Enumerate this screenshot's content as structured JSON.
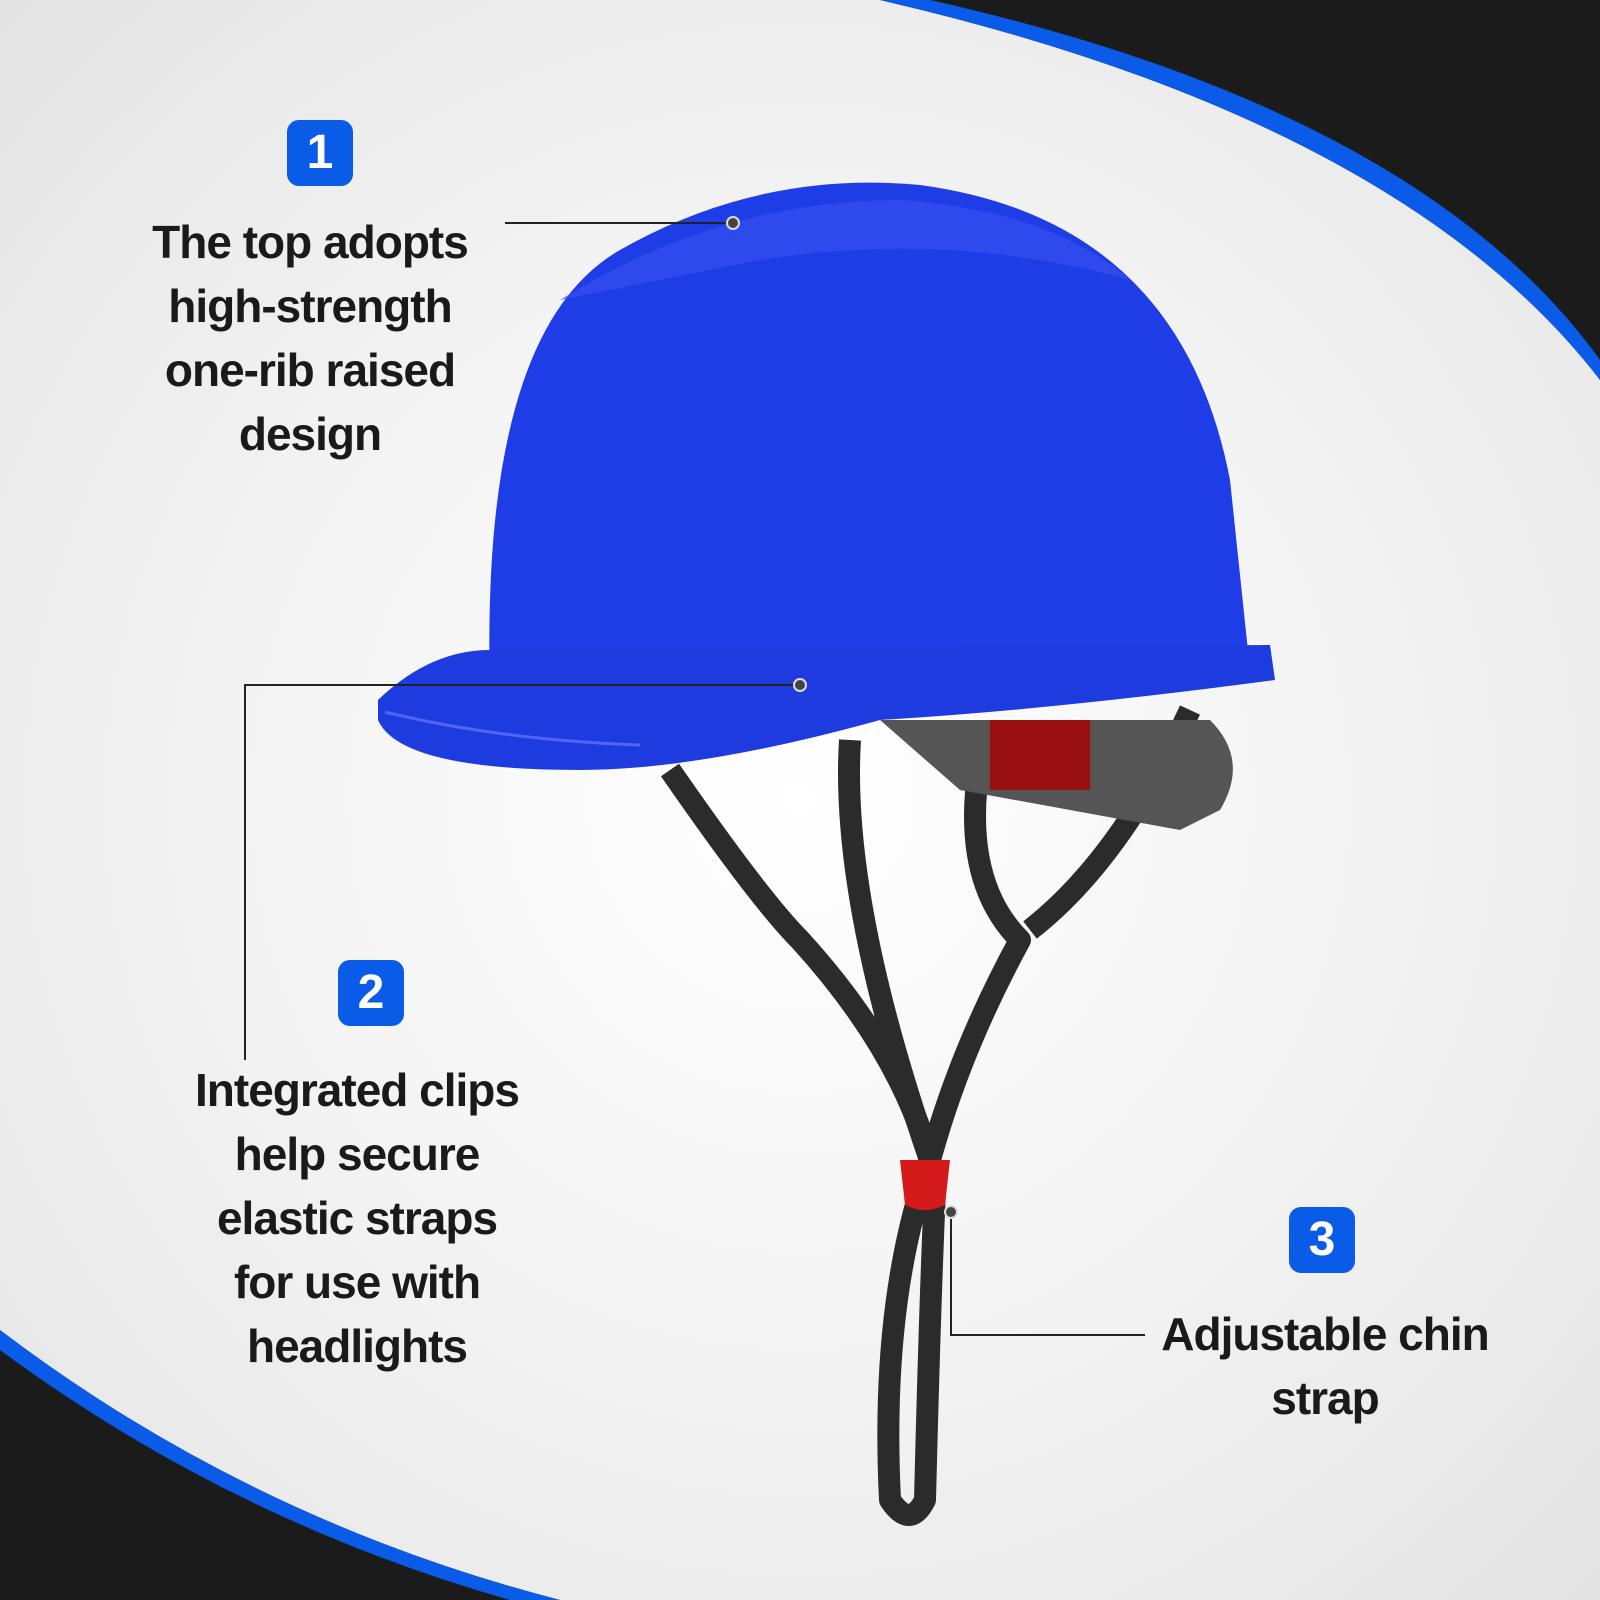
{
  "colors": {
    "accent": "#0a5be8",
    "helmet": "#1f3de6",
    "dark": "#1b1b1b",
    "buckle": "#d41a1a"
  },
  "callouts": [
    {
      "number": "1",
      "lines": [
        "The top adopts",
        "high-strength",
        "one-rib raised",
        "design"
      ]
    },
    {
      "number": "2",
      "lines": [
        "Integrated clips",
        "help secure",
        "elastic straps",
        "for use with",
        "headlights"
      ]
    },
    {
      "number": "3",
      "lines": [
        "Adjustable chin",
        "strap"
      ]
    }
  ]
}
